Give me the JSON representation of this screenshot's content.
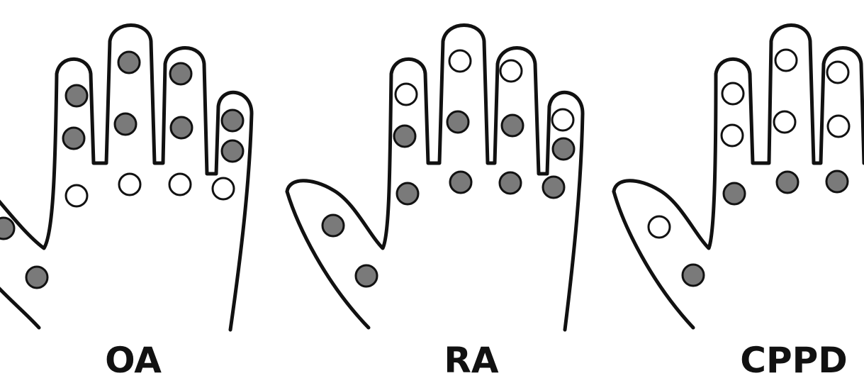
{
  "colors": {
    "affected": "#7a7a7a",
    "spared": "#ffffff",
    "outline": "#111111"
  },
  "panels": [
    {
      "label": "OA",
      "joints": {
        "thumb_ip": "affected",
        "thumb_mcp": "affected",
        "index_dip": "affected",
        "index_pip": "affected",
        "index_mcp": "spared",
        "middle_dip": "affected",
        "middle_pip": "affected",
        "middle_mcp": "spared",
        "ring_dip": "affected",
        "ring_pip": "affected",
        "ring_mcp": "spared",
        "little_dip": "affected",
        "little_pip": "affected",
        "little_mcp": "spared"
      }
    },
    {
      "label": "RA",
      "joints": {
        "thumb_ip": "affected",
        "thumb_mcp": "affected",
        "index_dip": "spared",
        "index_pip": "affected",
        "index_mcp": "affected",
        "middle_dip": "spared",
        "middle_pip": "affected",
        "middle_mcp": "affected",
        "ring_dip": "spared",
        "ring_pip": "affected",
        "ring_mcp": "affected",
        "little_dip": "spared",
        "little_pip": "affected",
        "little_mcp": "affected"
      }
    },
    {
      "label": "CPPD",
      "joints": {
        "thumb_ip": "spared",
        "thumb_mcp": "affected",
        "index_dip": "spared",
        "index_pip": "spared",
        "index_mcp": "affected",
        "middle_dip": "spared",
        "middle_pip": "spared",
        "middle_mcp": "affected",
        "ring_dip": "spared",
        "ring_pip": "spared",
        "ring_mcp": "affected"
      }
    }
  ]
}
